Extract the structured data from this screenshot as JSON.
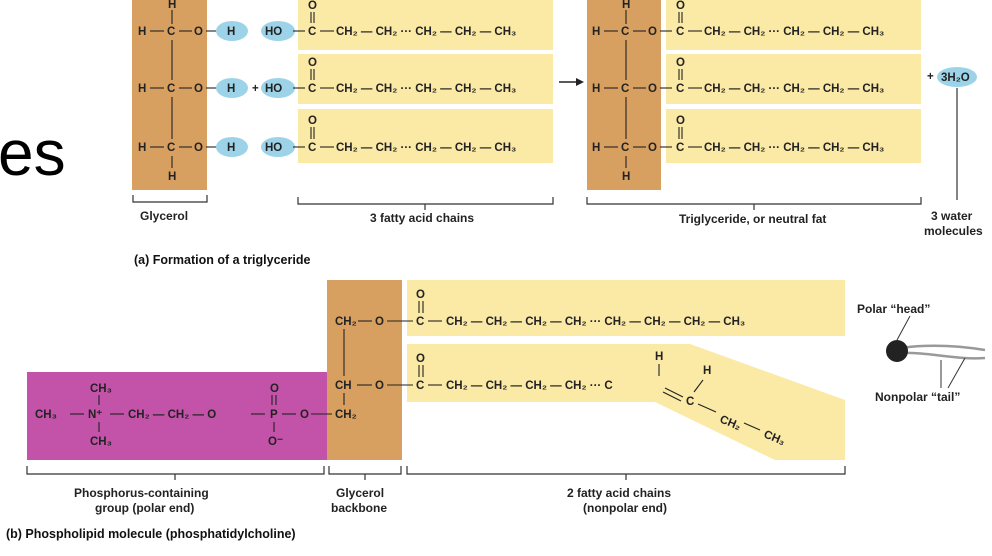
{
  "slide": {
    "title_fragment": "es"
  },
  "colors": {
    "glycerol": "#d8a060",
    "fatty_acid": "#fbe9a6",
    "phosphate": "#c253a8",
    "water": "#9dd3e8"
  },
  "panel_a": {
    "caption": "(a) Formation of a triglyceride",
    "glycerol_label": "Glycerol",
    "fatty_acids_label": "3 fatty acid chains",
    "triglyceride_label": "Triglyceride, or neutral fat",
    "water_label_line1": "3 water",
    "water_label_line2": "molecules",
    "water_formula": "3H₂O",
    "plus": "+",
    "arrow": "→",
    "atoms": {
      "H": "H",
      "C": "C",
      "O": "O",
      "HO": "HO",
      "chain": "CH₂ — CH₂ ··· CH₂ — CH₂ — CH₃"
    }
  },
  "panel_b": {
    "caption": "(b) Phospholipid molecule (phosphatidylcholine)",
    "phosphorus_label_line1": "Phosphorus-containing",
    "phosphorus_label_line2": "group (polar end)",
    "glycerol_label_line1": "Glycerol",
    "glycerol_label_line2": "backbone",
    "fatty_label_line1": "2 fatty acid chains",
    "fatty_label_line2": "(nonpolar end)",
    "polar_head": "Polar “head”",
    "nonpolar_tail": "Nonpolar “tail”",
    "chain_top": "CH₂ — CH₂ — CH₂ — CH₂ ··· CH₂ — CH₂ — CH₂ — CH₃",
    "chain_bottom": "CH₂ — CH₂ — CH₂ — CH₂ ··· C",
    "glycerol_ch2_top": "CH₂",
    "glycerol_ch": "CH",
    "glycerol_ch2_bottom": "CH₂",
    "choline_ch3_top": "CH₃",
    "choline_ch3_left": "CH₃",
    "choline_ch3_bottom": "CH₃",
    "choline_n": "N⁺",
    "choline_chain": "CH₂ — CH₂ — O",
    "phosphorus": "P",
    "phosphate_o_top": "O",
    "phosphate_o_bottom": "O⁻",
    "ester_o": "O",
    "carbonyl_o": "O",
    "carbonyl_c": "C",
    "kink_h_top": "H",
    "kink_h": "H",
    "kink_c": "C",
    "kink_ch2": "CH₂",
    "kink_ch3": "CH₃"
  }
}
